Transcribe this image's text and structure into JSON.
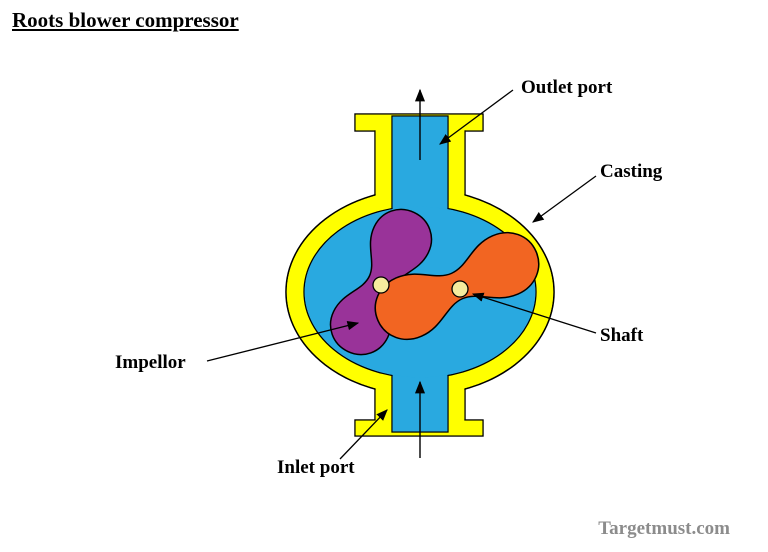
{
  "page": {
    "title": "Roots blower compressor",
    "watermark": "Targetmust.com"
  },
  "labels": {
    "outlet_port": "Outlet port",
    "casting": "Casting",
    "shaft": "Shaft",
    "impellor": "Impellor",
    "inlet_port": "Inlet port"
  },
  "colors": {
    "casing": "#ffff00",
    "interior": "#29a9e0",
    "impeller_left": "#993399",
    "impeller_right": "#f26522",
    "shaft": "#f5ec9e",
    "outline": "#000000",
    "annotation": "#000000",
    "watermark": "#8c8c8c"
  }
}
